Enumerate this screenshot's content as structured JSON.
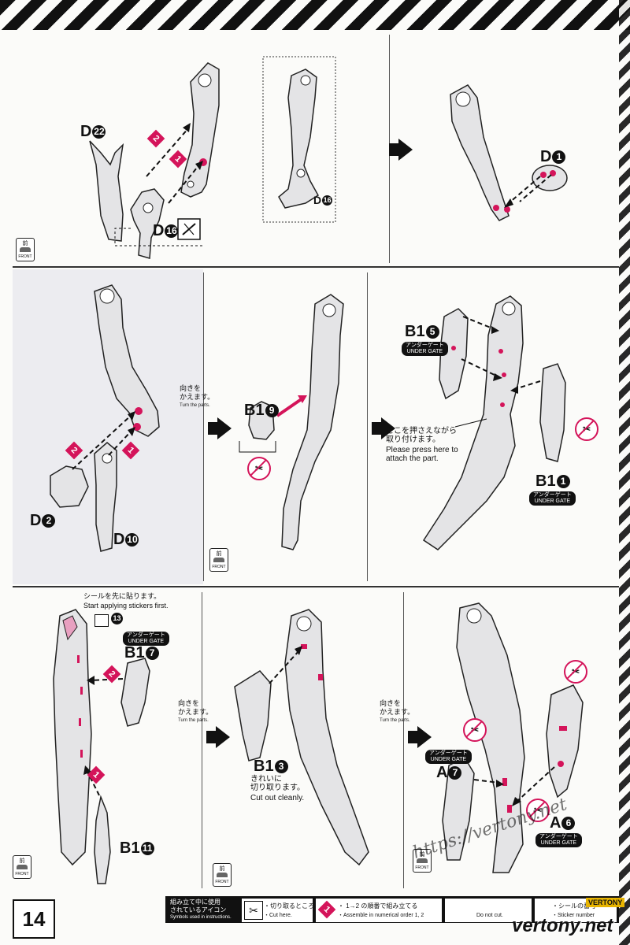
{
  "page": {
    "number": "14",
    "front_label_jp": "前",
    "front_label_en": "FRONT"
  },
  "step1": {
    "left": {
      "part_a": "D",
      "part_a_num": "22",
      "part_b": "D",
      "part_b_num": "16",
      "order_1": "1",
      "order_2": "2",
      "detail_part": "D",
      "detail_part_num": "16"
    },
    "right": {
      "part": "D",
      "part_num": "1"
    }
  },
  "step2": {
    "a": {
      "part_a": "D",
      "part_a_num": "2",
      "part_b": "D",
      "part_b_num": "10",
      "order_1": "1",
      "order_2": "2"
    },
    "turn_jp": "向きを\nかえます。",
    "turn_en": "Turn the parts.",
    "b": {
      "part": "B1",
      "part_num": "9"
    },
    "c": {
      "part_a": "B1",
      "part_a_num": "5",
      "under_gate_jp": "アンダーゲート",
      "under_gate_en": "UNDER GATE",
      "press_jp": "ここを押さえながら\n取り付けます。",
      "press_en": "Please press here to\nattach the part.",
      "part_b": "B1",
      "part_b_num": "1"
    }
  },
  "step3": {
    "a": {
      "sticker_jp": "シールを先に貼ります。",
      "sticker_en": "Start applying stickers first.",
      "sticker_num": "13",
      "under_gate_jp": "アンダーゲート",
      "under_gate_en": "UNDER GATE",
      "part_a": "B1",
      "part_a_num": "7",
      "part_b": "B1",
      "part_b_num": "11",
      "order_1": "1",
      "order_2": "2"
    },
    "turn_jp": "向きを\nかえます。",
    "turn_en": "Turn the parts.",
    "b": {
      "part": "B1",
      "part_num": "3",
      "cut_jp": "きれいに\n切り取ります。",
      "cut_en": "Cut out cleanly."
    },
    "c": {
      "under_gate_jp": "アンダーゲート",
      "under_gate_en": "UNDER GATE",
      "part_a": "A",
      "part_a_num": "7",
      "part_b_under_gate_jp": "アンダーゲート",
      "part_b_under_gate_en": "UNDER GATE",
      "part_b": "A",
      "part_b_num": "6"
    }
  },
  "legend": {
    "title_jp": "組み立て中に使用\nされているアイコン",
    "title_en": "Symbols used in instructions.",
    "cut_jp": "・切り取るところ",
    "cut_en": "・Cut here.",
    "order_jp": "・ 1→2 の順番で組み立てる",
    "order_en": "・Assemble in numerical order 1, 2",
    "nocut_en": "Do not cut.",
    "sticker_jp": "・シールの番号",
    "sticker_en": "・Sticker number"
  },
  "watermark": {
    "url": "https://vertony.net",
    "brand": "vertony.net",
    "tag": "VERTONY"
  },
  "colors": {
    "accent": "#d4145a",
    "ink": "#111111",
    "part_fill": "#e4e4e6",
    "panel_shade": "#ececf0"
  }
}
